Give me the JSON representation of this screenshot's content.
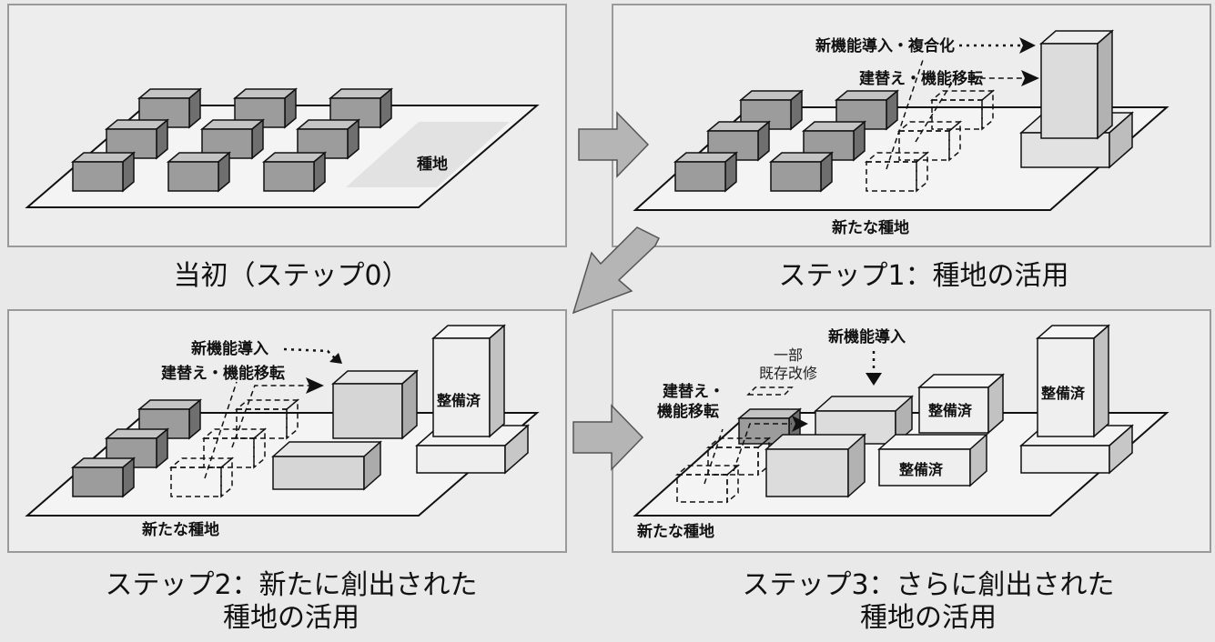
{
  "panels": [
    {
      "id": "step0",
      "caption": [
        "当初（ステップ0）"
      ],
      "labels": {
        "land": "種地"
      }
    },
    {
      "id": "step1",
      "caption": [
        "ステップ1：種地の活用"
      ],
      "labels": {
        "new_function": "新機能導入・複合化",
        "rebuild": "建替え・機能移転",
        "new_land": "新たな種地"
      }
    },
    {
      "id": "step2",
      "caption": [
        "ステップ2：新たに創出された",
        "種地の活用"
      ],
      "labels": {
        "new_function": "新機能導入",
        "rebuild": "建替え・機能移転",
        "new_land": "新たな種地",
        "done": "整備済"
      }
    },
    {
      "id": "step3",
      "caption": [
        "ステップ3：さらに創出された",
        "種地の活用"
      ],
      "labels": {
        "new_function": "新機能導入",
        "partial_line1": "一部",
        "partial_line2": "既存改修",
        "rebuild_line1": "建替え・",
        "rebuild_line2": "機能移転",
        "new_land": "新たな種地",
        "done": "整備済"
      }
    }
  ],
  "colors": {
    "existing_building": "#9c9c9c",
    "renewed_building": "#d6d6d6",
    "done_building": "#efefef",
    "ground": "#f4f4f4",
    "flow_arrow": "#b5b5b5",
    "dark_arrow": "#222222"
  }
}
